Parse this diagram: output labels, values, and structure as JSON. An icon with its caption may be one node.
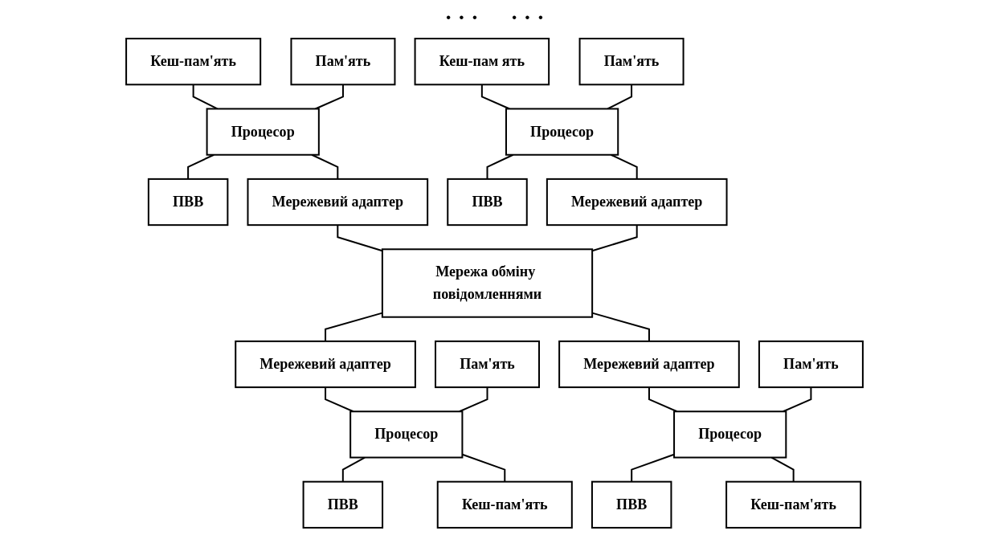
{
  "diagram": {
    "nodes": [
      {
        "text": [
          "Кеш-пам'ять"
        ]
      },
      {
        "text": [
          "Пам'ять"
        ]
      },
      {
        "text": [
          "Процесор"
        ]
      },
      {
        "text": [
          "ПВВ"
        ]
      },
      {
        "text": [
          "Мережевий адаптер"
        ]
      },
      {
        "text": [
          "Кеш-пам ять"
        ]
      },
      {
        "text": [
          "Пам'ять"
        ]
      },
      {
        "text": [
          "Процесор"
        ]
      },
      {
        "text": [
          "ПВВ"
        ]
      },
      {
        "text": [
          "Мережевий адаптер"
        ]
      },
      {
        "text": [
          "Мережа обміну повідомленнями"
        ]
      },
      {
        "text": [
          "Пам'ять"
        ]
      },
      {
        "text": [
          "Мережевий адаптер"
        ]
      },
      {
        "text": [
          "ПВВ"
        ]
      },
      {
        "text": [
          "Процесор"
        ]
      },
      {
        "text": [
          "Кеш-пам'ять"
        ]
      },
      {
        "text": [
          "Пам'ять"
        ]
      },
      {
        "text": [
          "Мережевий адаптер"
        ]
      },
      {
        "text": [
          "ПВВ"
        ]
      },
      {
        "text": [
          "Процесор"
        ]
      },
      {
        "text": [
          "Кеш-пам'ять"
        ]
      }
    ],
    "edges": [
      {
        "from": 0,
        "to": 2,
        "arrow": "none"
      },
      {
        "from": 1,
        "to": 2,
        "arrow": "none"
      },
      {
        "from": 2,
        "to": 3,
        "arrow": "none"
      },
      {
        "from": 2,
        "to": 4,
        "arrow": "none"
      },
      {
        "from": 4,
        "to": 10,
        "arrow": "none"
      },
      {
        "from": 5,
        "to": 7,
        "arrow": "none"
      },
      {
        "from": 6,
        "to": 7,
        "arrow": "none"
      },
      {
        "from": 7,
        "to": 8,
        "arrow": "none"
      },
      {
        "from": 7,
        "to": 9,
        "arrow": "none"
      },
      {
        "from": 9,
        "to": 10,
        "arrow": "none"
      },
      {
        "from": 10,
        "to": 12,
        "arrow": "none"
      },
      {
        "from": 12,
        "to": 14,
        "arrow": "none"
      },
      {
        "from": 11,
        "to": 14,
        "arrow": "none"
      },
      {
        "from": 14,
        "to": 13,
        "arrow": "none"
      },
      {
        "from": 14,
        "to": 15,
        "arrow": "none"
      },
      {
        "from": 10,
        "to": 17,
        "arrow": "none"
      },
      {
        "from": 17,
        "to": 19,
        "arrow": "none"
      },
      {
        "from": 16,
        "to": 19,
        "arrow": "none"
      },
      {
        "from": 19,
        "to": 18,
        "arrow": "none"
      },
      {
        "from": 19,
        "to": 20,
        "arrow": "none"
      }
    ],
    "labels": [
      "· · ·",
      "· · ·"
    ]
  }
}
